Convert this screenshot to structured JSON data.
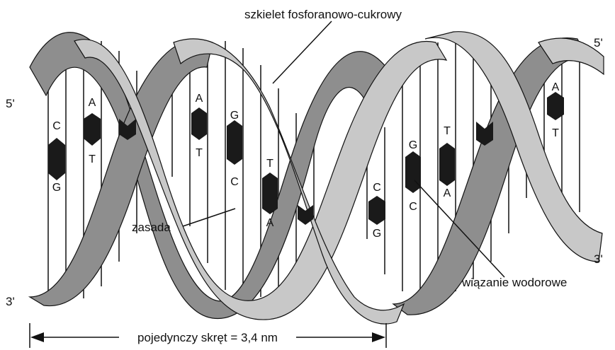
{
  "labels": {
    "backbone": "szkielet fosforanowo-cukrowy",
    "base": "zasada",
    "hydrogen_bond": "wiązanie wodorowe",
    "turn": "pojedynczy skręt = 3,4 nm",
    "five_prime_left": "5'",
    "three_prime_left": "3'",
    "five_prime_right": "5'",
    "three_prime_right": "3'"
  },
  "pairs": [
    {
      "top": "C",
      "bottom": "G"
    },
    {
      "top": "A",
      "bottom": "T"
    },
    {
      "top": "A",
      "bottom": "T"
    },
    {
      "top": "G",
      "bottom": "C"
    },
    {
      "top": "T",
      "bottom": "A"
    },
    {
      "top": "C",
      "bottom": "G"
    },
    {
      "top": "G",
      "bottom": "C"
    },
    {
      "top": "T",
      "bottom": "A"
    },
    {
      "top": "A",
      "bottom": "T"
    }
  ],
  "colors": {
    "strand_light": "#c8c8c8",
    "strand_dark": "#8e8e8e",
    "base_block": "#1a1a1a",
    "rung": "#111111"
  }
}
